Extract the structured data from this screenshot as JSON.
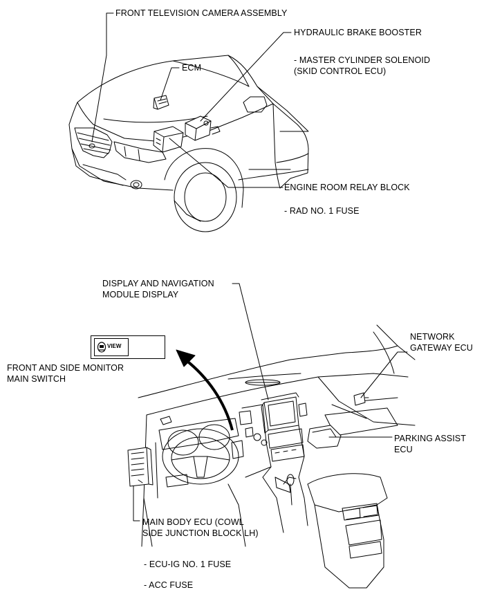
{
  "labels": {
    "front_camera": "FRONT TELEVISION CAMERA ASSEMBLY",
    "brake_booster": "HYDRAULIC BRAKE BOOSTER",
    "master_cylinder_1": "- MASTER CYLINDER SOLENOID",
    "master_cylinder_2": "(SKID CONTROL ECU)",
    "ecm": "ECM",
    "relay_block": "ENGINE ROOM RELAY BLOCK",
    "rad_fuse": "- RAD NO. 1 FUSE",
    "display_1": "DISPLAY AND NAVIGATION",
    "display_2": "MODULE DISPLAY",
    "monitor_switch_1": "FRONT AND SIDE MONITOR",
    "monitor_switch_2": "MAIN SWITCH",
    "gateway_1": "NETWORK",
    "gateway_2": "GATEWAY ECU",
    "parking_1": "PARKING ASSIST",
    "parking_2": "ECU",
    "main_body_1": "MAIN BODY ECU (COWL",
    "main_body_2": "SIDE JUNCTION BLOCK LH)",
    "ecu_ig_fuse": "- ECU-IG NO. 1 FUSE",
    "acc_fuse": "- ACC FUSE"
  },
  "switch": {
    "text": "VIEW",
    "icon": "camera-view-icon"
  }
}
